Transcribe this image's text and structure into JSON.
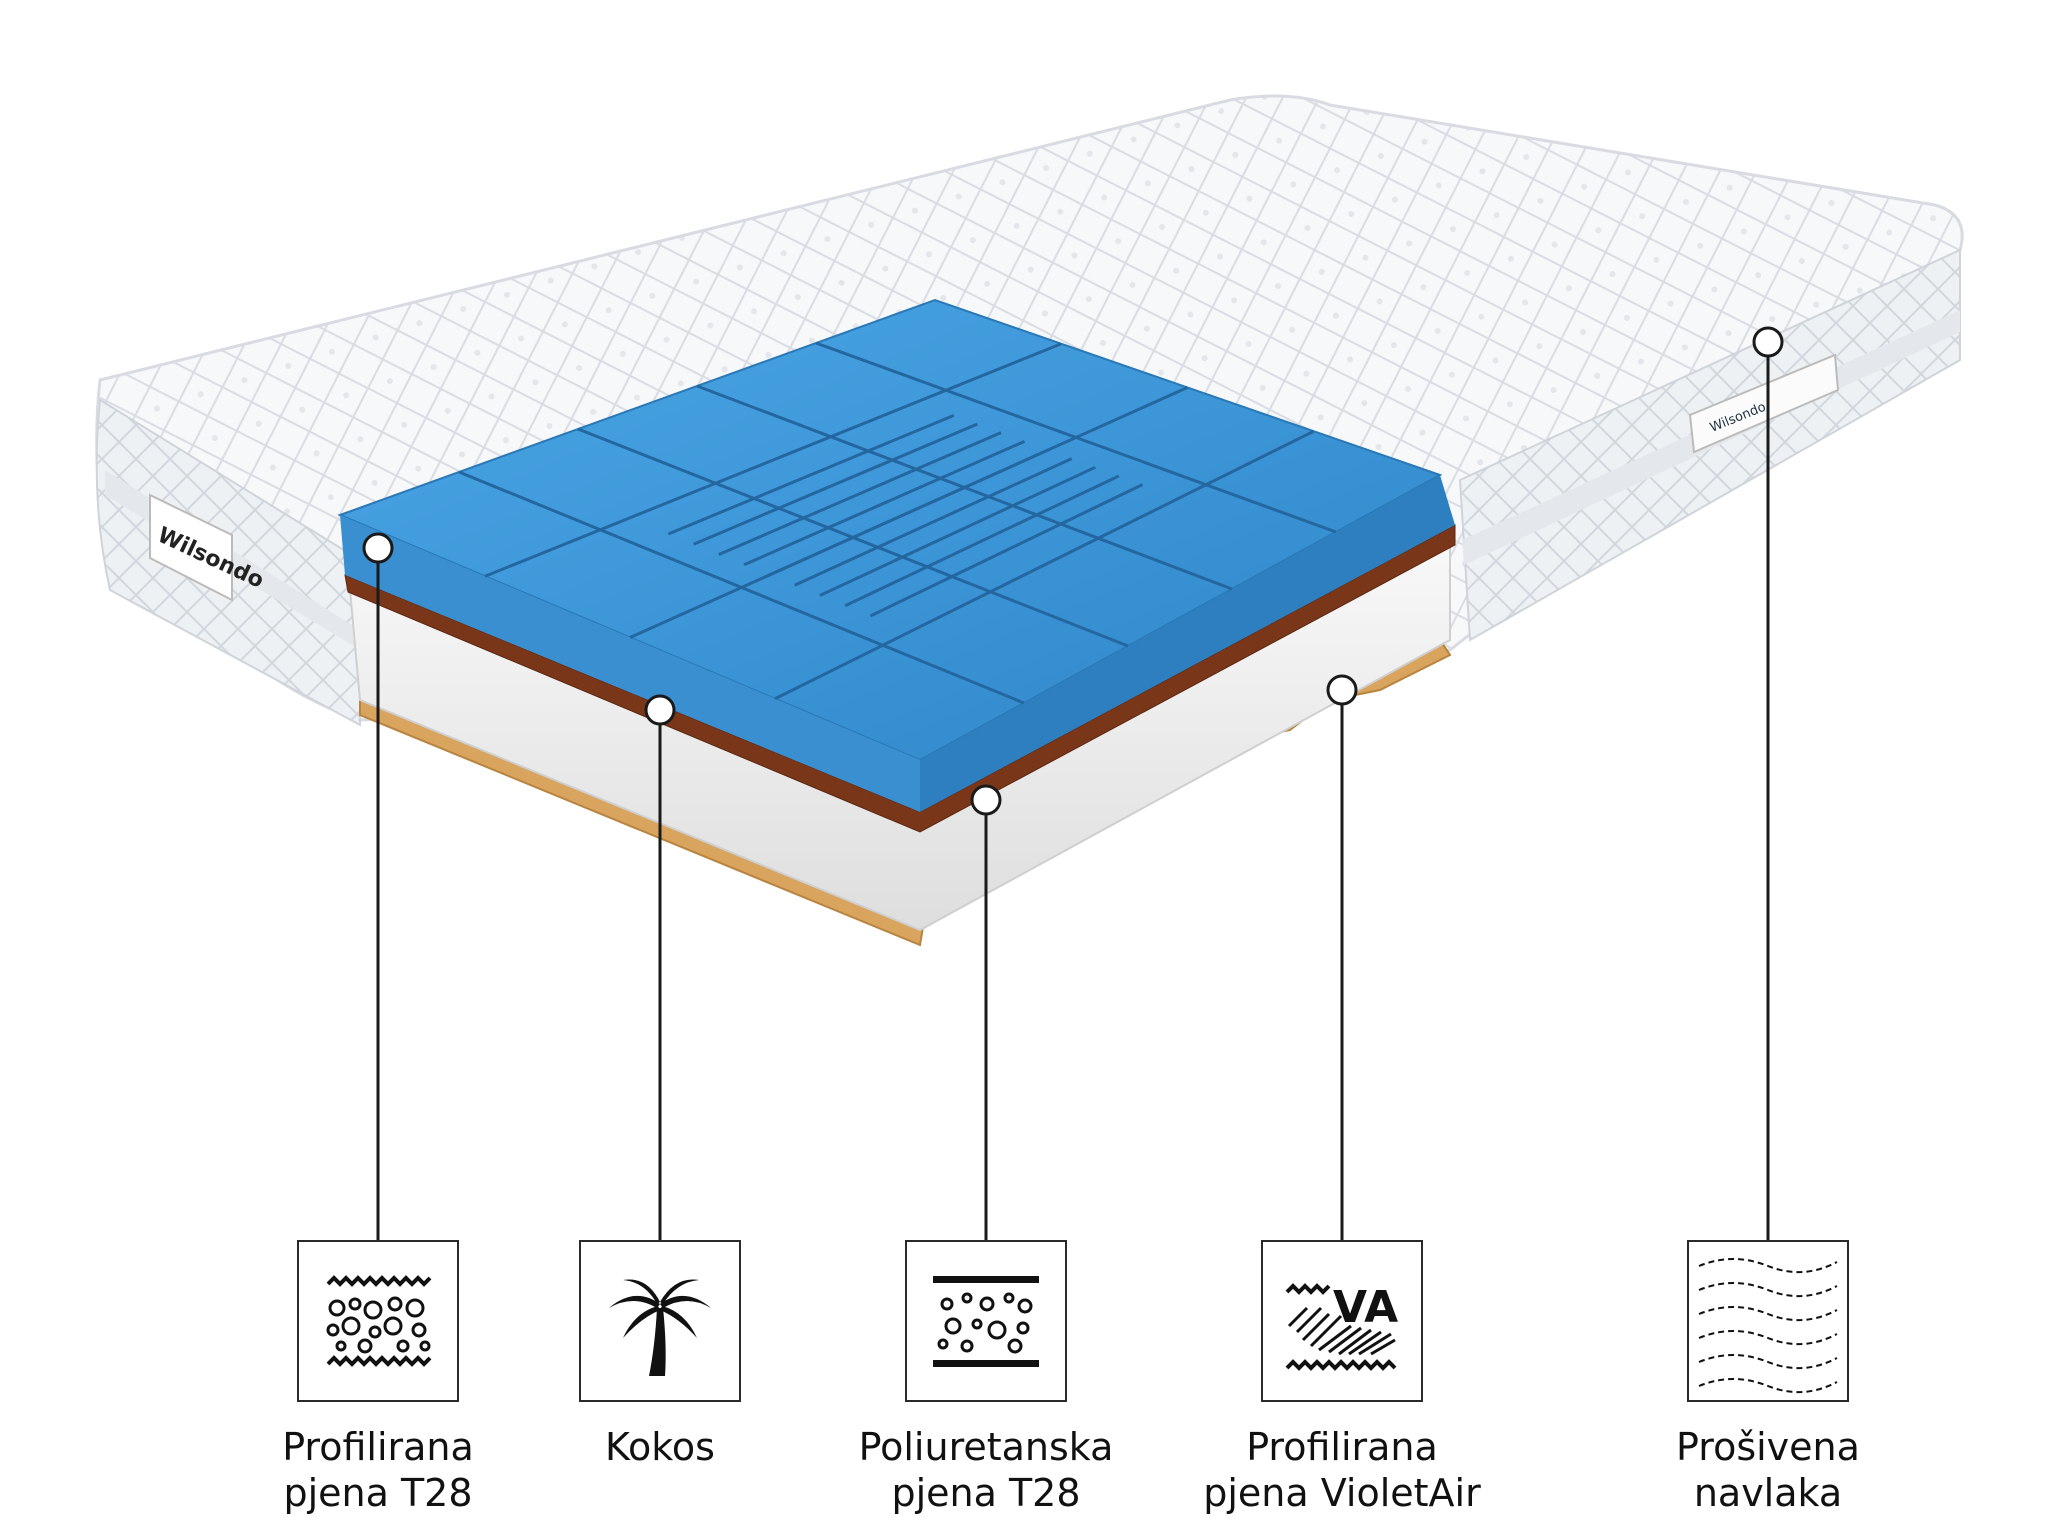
{
  "brand": {
    "side_label": "Wilsondo",
    "tag_text": "Wilsondo"
  },
  "layers": [
    {
      "id": "profiled-foam-t28",
      "line1": "Profilirana",
      "line2": "pjena T28",
      "icon": "egg-crate-foam-icon"
    },
    {
      "id": "coconut",
      "line1": "Kokos",
      "line2": "",
      "icon": "palm-tree-icon"
    },
    {
      "id": "polyurethane-foam-t28",
      "line1": "Poliuretanska",
      "line2": "pjena T28",
      "icon": "foam-bubbles-icon"
    },
    {
      "id": "profiled-foam-violetair",
      "line1": "Profilirana",
      "line2": "pjena VioletAir",
      "icon": "violetair-foam-icon"
    },
    {
      "id": "quilted-cover",
      "line1": "Prošivena",
      "line2": "navlaka",
      "icon": "quilted-cover-icon"
    }
  ],
  "icon_text": {
    "violetair_badge": "VA"
  },
  "colors": {
    "top_foam": "#3b95d6",
    "coconut": "#7a3618",
    "white_foam": "#f2f2f2",
    "base_foam": "#d9a55e",
    "cover": "#f4f6f8",
    "line": "#1a1a1a"
  }
}
